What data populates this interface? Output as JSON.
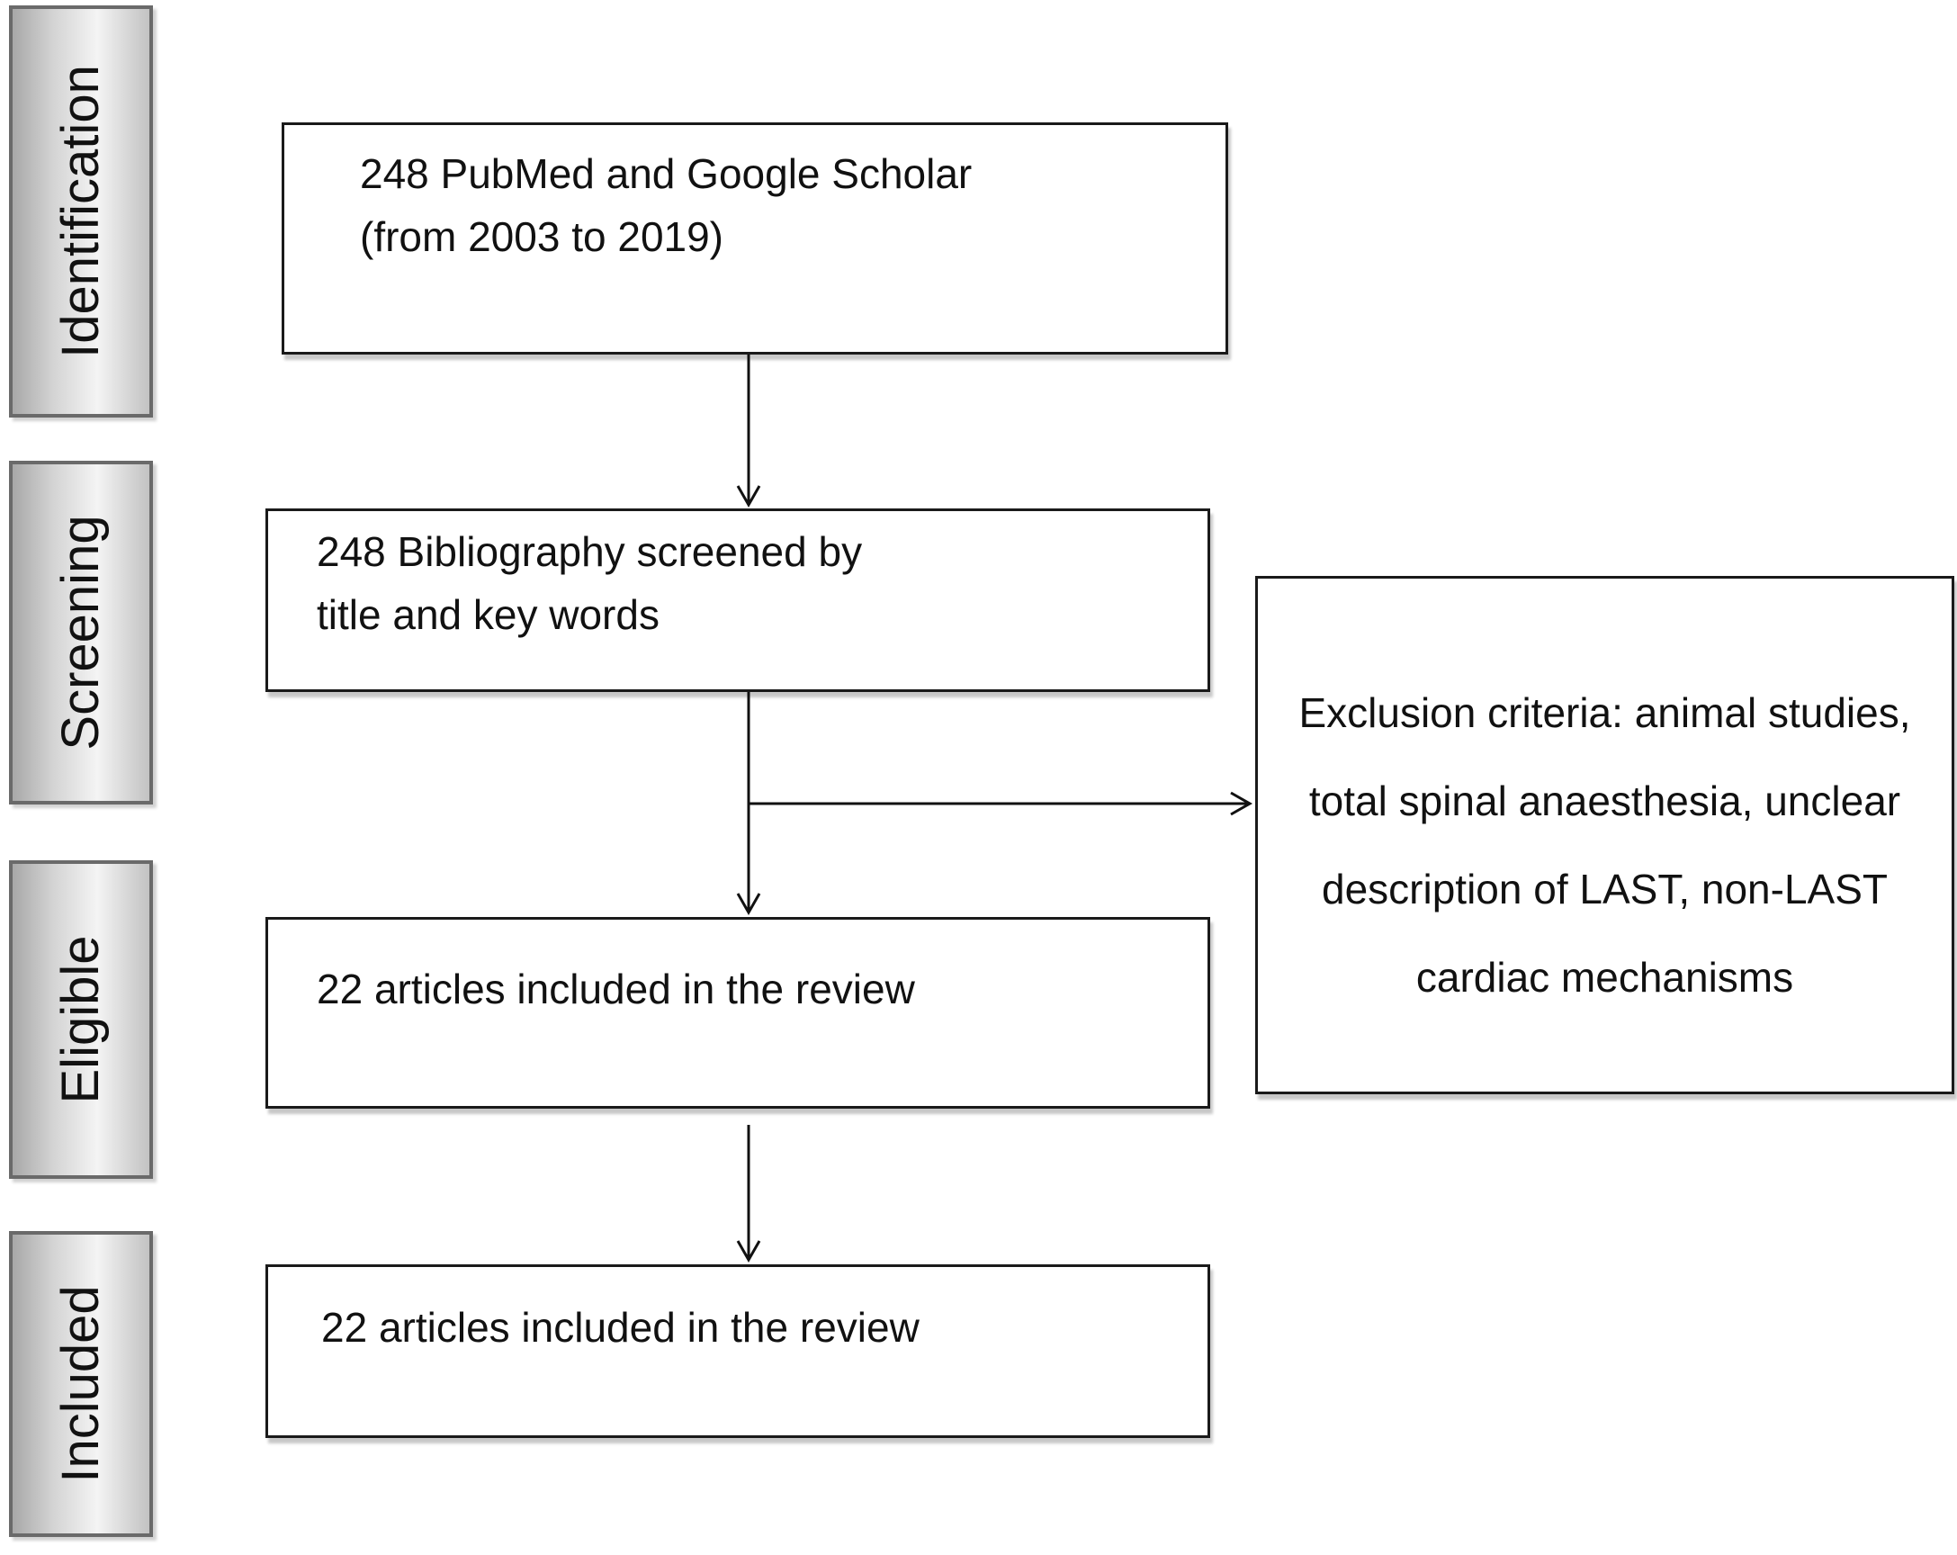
{
  "stages": {
    "identification": "Identification",
    "screening": "Screening",
    "eligible": "Eligible",
    "included": "Included"
  },
  "boxes": {
    "identification": {
      "lines": [
        "248 PubMed and Google Scholar",
        "(from 2003 to 2019)"
      ]
    },
    "screening": {
      "lines": [
        "248 Bibliography screened by",
        "title and key words"
      ]
    },
    "eligible": {
      "lines": [
        "22 articles included in the review"
      ]
    },
    "included": {
      "lines": [
        "22 articles included in the review"
      ]
    },
    "exclusion": {
      "lines": [
        "Exclusion criteria: animal studies,",
        "total spinal anaesthesia, unclear",
        "description of LAST, non-LAST",
        "cardiac mechanisms"
      ]
    }
  }
}
